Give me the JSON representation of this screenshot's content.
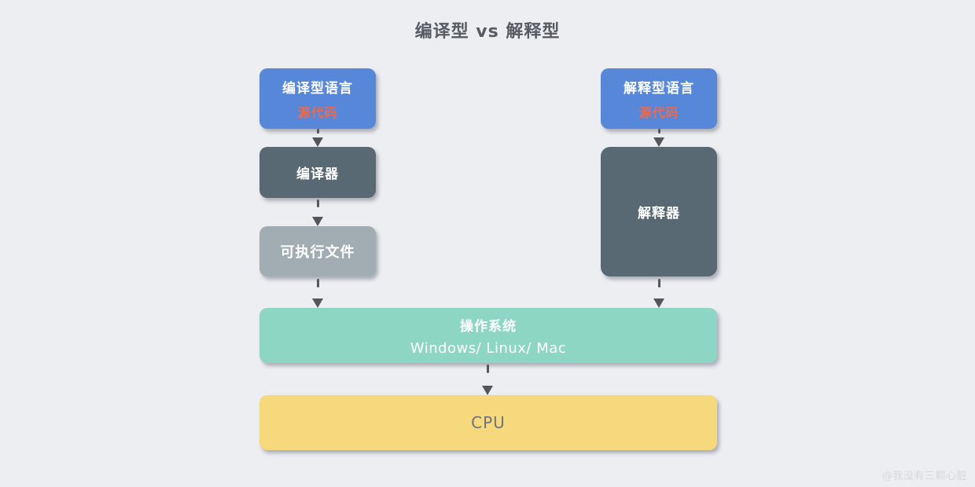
{
  "title": "编译型 vs 解释型",
  "watermark": "@我没有三颗心脏",
  "colors": {
    "background": "#edeef2",
    "blue": "#5687d8",
    "slate": "#596973",
    "gray": "#a1acb3",
    "teal": "#8ed6c4",
    "yellow": "#f6d97c",
    "source_code_text": "#ec6a4e",
    "arrow": "#53575d",
    "title_text": "#575b62",
    "cpu_text": "#6f737a",
    "watermark_text": "#d5d8dd",
    "box_text": "#ffffff"
  },
  "left_flow": {
    "language_box": {
      "line1": "编译型语言",
      "line2": "源代码"
    },
    "compiler_box": {
      "label": "编译器"
    },
    "executable_box": {
      "label": "可执行文件"
    }
  },
  "right_flow": {
    "language_box": {
      "line1": "解释型语言",
      "line2": "源代码"
    },
    "interpreter_box": {
      "label": "解释器"
    }
  },
  "os_box": {
    "line1": "操作系统",
    "line2": "Windows/ Linux/ Mac"
  },
  "cpu_box": {
    "label": "CPU"
  }
}
